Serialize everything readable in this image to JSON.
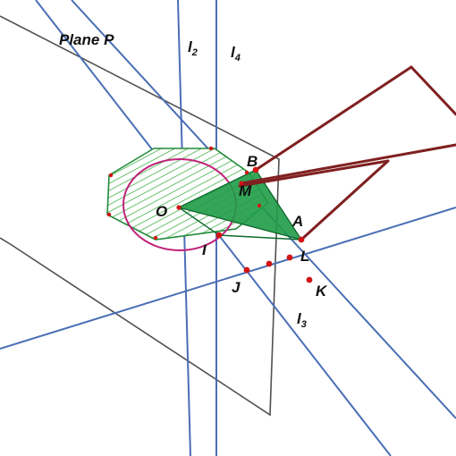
{
  "figure": {
    "plane_label": "Plane P",
    "lines": [
      {
        "id": "l2",
        "letter": "l",
        "sub": "2"
      },
      {
        "id": "l4",
        "letter": "l",
        "sub": "4"
      },
      {
        "id": "l3",
        "letter": "l",
        "sub": "3"
      }
    ],
    "points": {
      "B": "B",
      "M": "M",
      "O": "O",
      "A": "A",
      "I": "I",
      "L": "L",
      "J": "J",
      "K": "K"
    },
    "colors": {
      "plane": "#505050",
      "lines": "#4a6fb5",
      "octagon": "#208a3a",
      "hatch": "#45b24a",
      "triangle_fill": "#1f9c47",
      "circle": "#c0237a",
      "prism": "#802020",
      "point": "#d11414"
    }
  }
}
